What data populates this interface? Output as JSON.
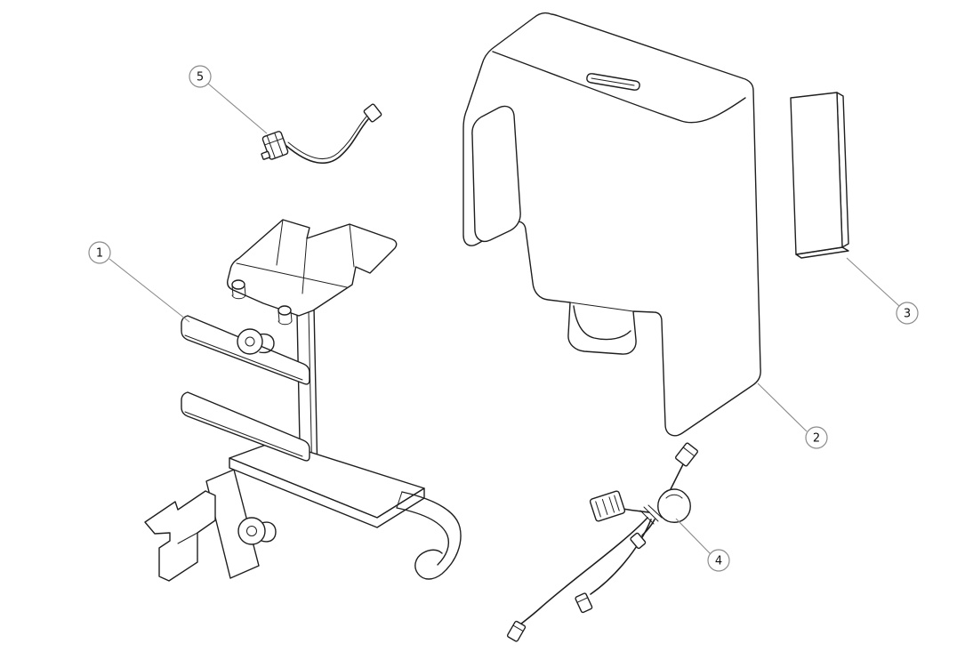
{
  "diagram": {
    "type": "exploded-parts-diagram",
    "callouts": [
      {
        "label": "1"
      },
      {
        "label": "2"
      },
      {
        "label": "3"
      },
      {
        "label": "4"
      },
      {
        "label": "5"
      }
    ],
    "style": {
      "line_color": "#1f1f1f",
      "callout_color": "#8b8b8b",
      "text_color": "#111111",
      "bg_color": "#ffffff"
    }
  }
}
